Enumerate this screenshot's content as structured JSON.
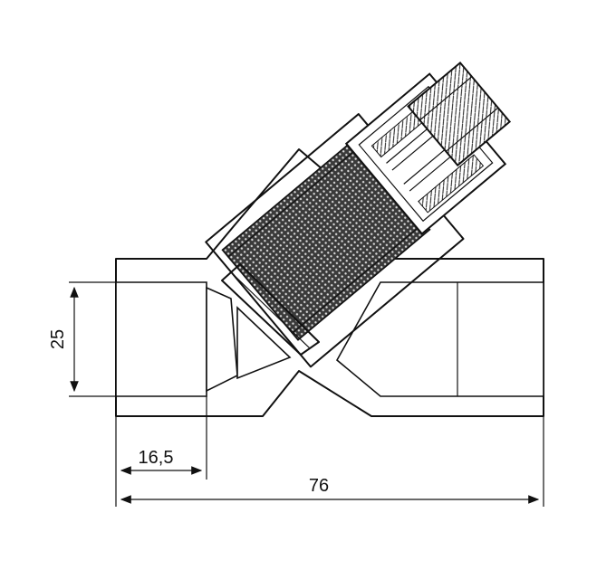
{
  "dimensions": {
    "height_label": "25",
    "socket_depth_label": "16,5",
    "overall_length_label": "76"
  }
}
